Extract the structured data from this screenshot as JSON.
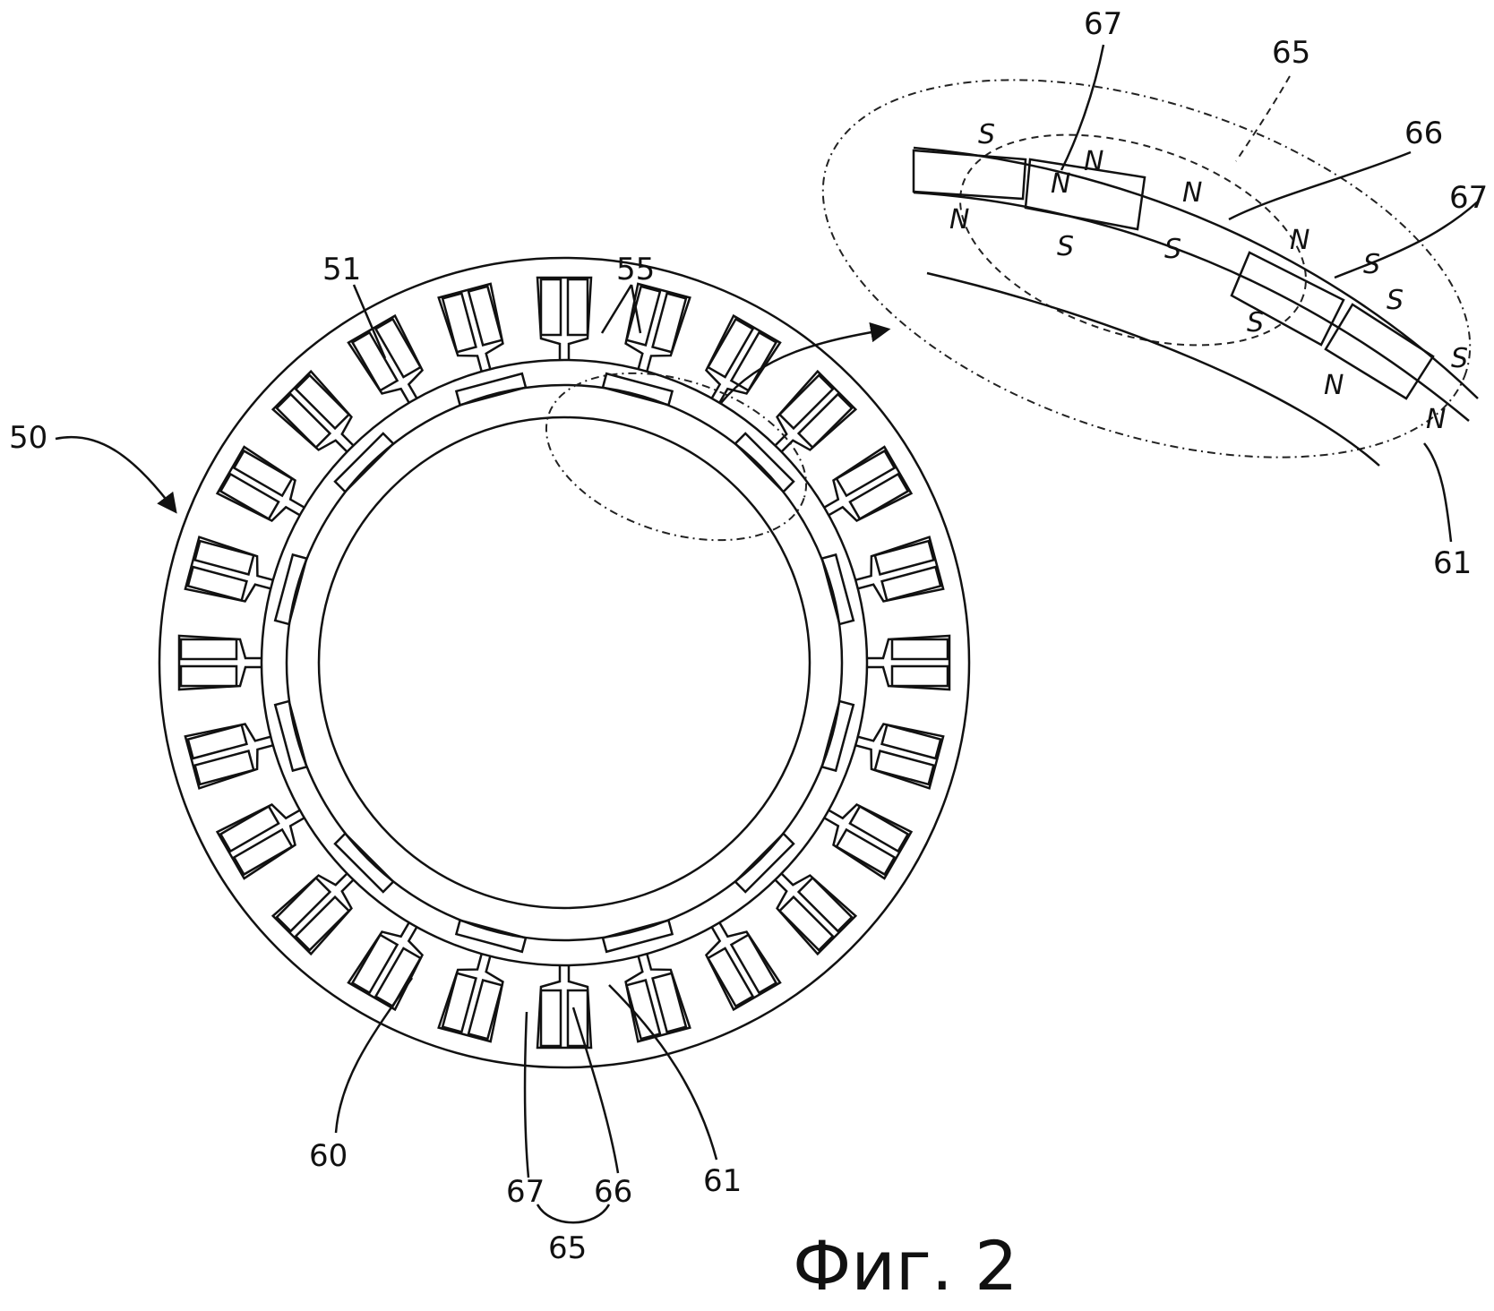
{
  "figure": {
    "caption": "Фиг. 2",
    "stator": {
      "slot_count": 24
    },
    "rotor": {
      "magnet_count": 12
    },
    "reference_numerals": {
      "stator_assembly": "50",
      "stator_core": "51",
      "slot_pair": "55",
      "rotor": "60",
      "rotor_core": "61",
      "magnet_unit": "65",
      "first_magnet": "66",
      "second_magnet": "67"
    },
    "bottom_labels": {
      "rotor": "60",
      "second_magnet": "67",
      "first_magnet": "66",
      "magnet_unit": "65",
      "rotor_core": "61"
    },
    "detail": {
      "labels": {
        "magnet_67_top": "67",
        "magnet_unit_65": "65",
        "magnet_66": "66",
        "magnet_67_right": "67",
        "rotor_core_61": "61"
      },
      "poles": [
        "S",
        "N",
        "N",
        "N",
        "N",
        "S",
        "S",
        "N",
        "S",
        "S",
        "S",
        "N",
        "S",
        "N"
      ]
    }
  }
}
